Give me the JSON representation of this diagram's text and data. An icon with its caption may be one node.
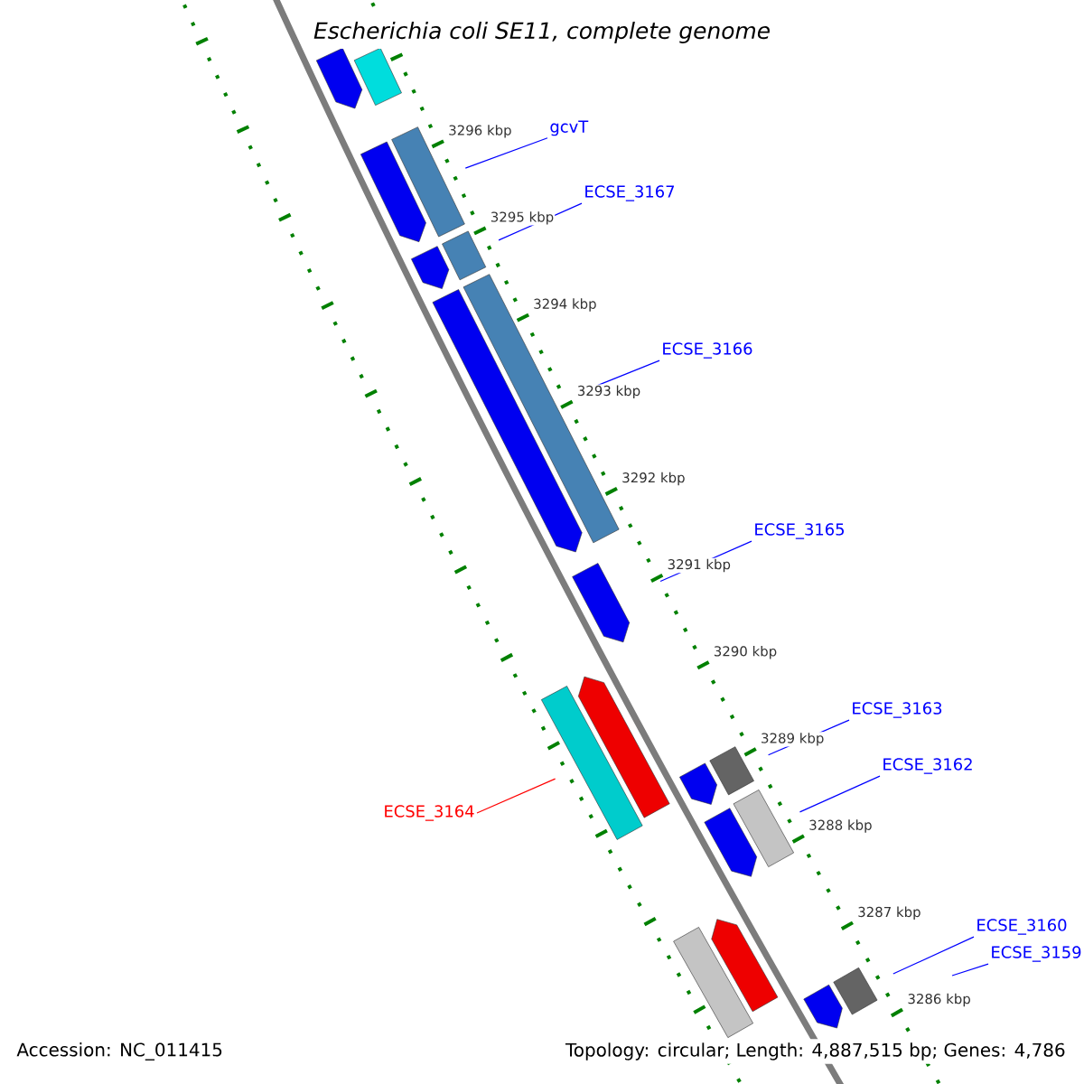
{
  "diagram": {
    "title": "Escherichia coli SE11, complete genome",
    "nodes": [
      {
        "text": [],
        "shape": "arrow"
      },
      {
        "text": [],
        "shape": "bar"
      },
      {
        "text": [
          "gcvT"
        ]
      },
      {
        "text": [],
        "shape": "arrow"
      },
      {
        "text": [],
        "shape": "bar"
      },
      {
        "text": [
          "ECSE_3167"
        ]
      },
      {
        "text": [],
        "shape": "arrow"
      },
      {
        "text": [],
        "shape": "bar"
      },
      {
        "text": [
          "ECSE_3166"
        ]
      },
      {
        "text": [],
        "shape": "arrow"
      },
      {
        "text": [],
        "shape": "bar"
      },
      {
        "text": [
          "ECSE_3165"
        ]
      },
      {
        "text": [],
        "shape": "arrow"
      },
      {
        "text": [],
        "shape": "arrow"
      },
      {
        "text": [],
        "shape": "bar"
      },
      {
        "text": [
          "ECSE_3164"
        ]
      },
      {
        "text": [
          "ECSE_3163"
        ]
      },
      {
        "text": [],
        "shape": "arrow"
      },
      {
        "text": [],
        "shape": "bar"
      },
      {
        "text": [
          "ECSE_3162"
        ]
      },
      {
        "text": [],
        "shape": "arrow"
      },
      {
        "text": [],
        "shape": "bar"
      },
      {
        "text": [],
        "shape": "bar"
      },
      {
        "text": [],
        "shape": "arrow"
      },
      {
        "text": [
          "ECSE_3160"
        ]
      },
      {
        "text": [
          "ECSE_3159"
        ]
      },
      {
        "text": [],
        "shape": "arrow"
      },
      {
        "text": [],
        "shape": "bar"
      }
    ],
    "edges": [
      {
        "from": 2,
        "to": 4,
        "arrow": "none"
      },
      {
        "from": 5,
        "to": 7,
        "arrow": "none"
      },
      {
        "from": 8,
        "to": 10,
        "arrow": "none"
      },
      {
        "from": 11,
        "to": 12,
        "arrow": "none"
      },
      {
        "from": 15,
        "to": 14,
        "arrow": "none",
        "color": "#ff0000"
      },
      {
        "from": 16,
        "to": 18,
        "arrow": "none"
      },
      {
        "from": 19,
        "to": 21,
        "arrow": "none"
      },
      {
        "from": 24,
        "to": 27,
        "arrow": "none"
      },
      {
        "from": 25,
        "to": null,
        "arrow": "none"
      }
    ],
    "labels": [
      "3296 kbp",
      "3295 kbp",
      "3294 kbp",
      "3293 kbp",
      "3292 kbp",
      "3291 kbp",
      "3290 kbp",
      "3289 kbp",
      "3288 kbp",
      "3287 kbp",
      "3286 kbp",
      "Accession: NC_011415",
      "Topology: circular; Length: 4,887,515 bp; Genes: 4,786"
    ]
  }
}
